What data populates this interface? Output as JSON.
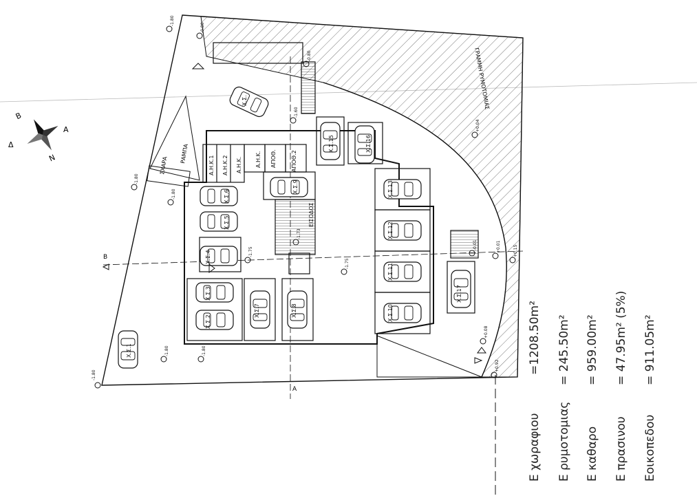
{
  "compass": {
    "north": "Ν",
    "south": "Β",
    "east": "Α",
    "west": "Δ"
  },
  "labels": {
    "ramp": "ΡΑΜΠΑ",
    "grate": "ΣΧΑΡΑ",
    "entrance": "ΕΙΣΟΔΟΣ",
    "storage1": "ΑΠΟΘ.",
    "storage2": "ΑΠΟΘ.2",
    "boundary": "ΓΡΑΜΜΗ ΡΥΜΟΤΟΜΙΑΣ",
    "mech1": "Α.Η.Κ.1",
    "mech2": "Α.Η.Κ.2",
    "mech3": "Α.Η.Κ.",
    "mech4": "Α.Η.Κ.",
    "section_b": "B",
    "section_a": "A"
  },
  "parking": [
    "Χ.Σ.1",
    "Χ.Σ.2",
    "Χ.Σ.3",
    "Χ.Σ.4",
    "Χ.Σ.5",
    "Χ.Σ.6",
    "Χ.Σ.7",
    "Χ.Σ.8",
    "Χ.Σ.9",
    "Χ.Σ.10",
    "Χ.Σ.11",
    "Χ.Σ.12",
    "Χ.Σ.13",
    "Χ.Σ.15",
    "Χ.Σ.16",
    "Χ.Σ.17",
    "Χ.Σ."
  ],
  "levels": [
    "-1.80",
    "-1.80",
    "-1.80",
    "-1.80",
    "-1.80",
    "-1.80",
    "-1.75",
    "-1.75",
    "-1.73",
    "-1.60",
    "+0.92",
    "-0.80",
    "-0.80",
    "+0.15",
    "+0.04",
    "+0.01",
    "-0.01",
    "+0.08"
  ],
  "areas": [
    {
      "label": "Ε χωραφιου",
      "value": "=1208.50m²"
    },
    {
      "label": "Ε ρυμοτομιας",
      "value": "=  245.50m²"
    },
    {
      "label": "Ε καθαρο",
      "value": "=   959.00m²"
    },
    {
      "label": "Ε πρασινου",
      "value": "=   47.95m² (5%)"
    },
    {
      "label": "Εοικοπεδου",
      "value": "=  911.05m²"
    }
  ]
}
